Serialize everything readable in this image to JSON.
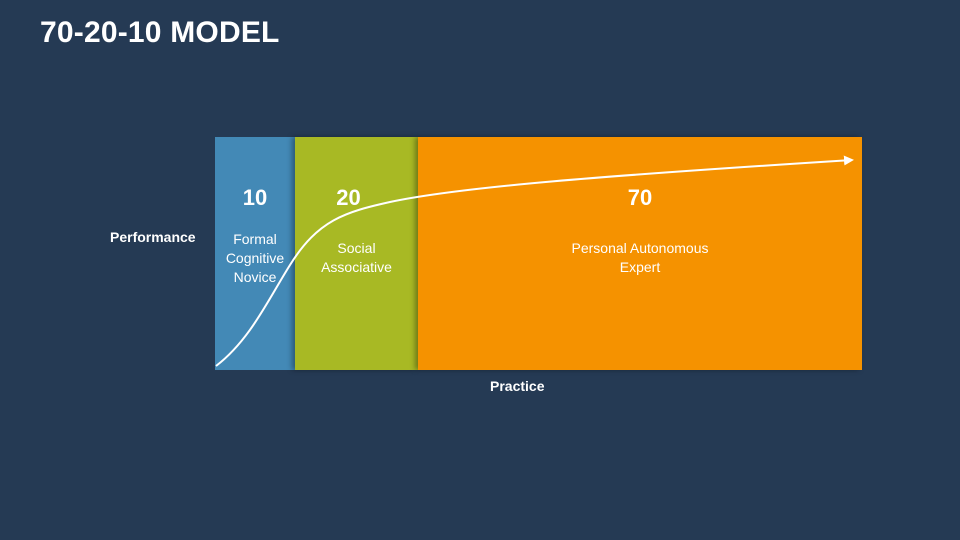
{
  "title": "70-20-10 MODEL",
  "axes": {
    "y_label": "Performance",
    "x_label": "Practice"
  },
  "bands": [
    {
      "number": "10",
      "lines": [
        "Formal",
        "Cognitive",
        "Novice"
      ]
    },
    {
      "number": "20",
      "lines": [
        "Social",
        "Associative"
      ]
    },
    {
      "number": "70",
      "lines": [
        "Personal Autonomous",
        "Expert"
      ]
    }
  ],
  "colors": {
    "background": "#253a54",
    "band_1": "#4389b6",
    "band_2": "#a8b924",
    "band_3": "#f59200",
    "text": "#ffffff"
  }
}
